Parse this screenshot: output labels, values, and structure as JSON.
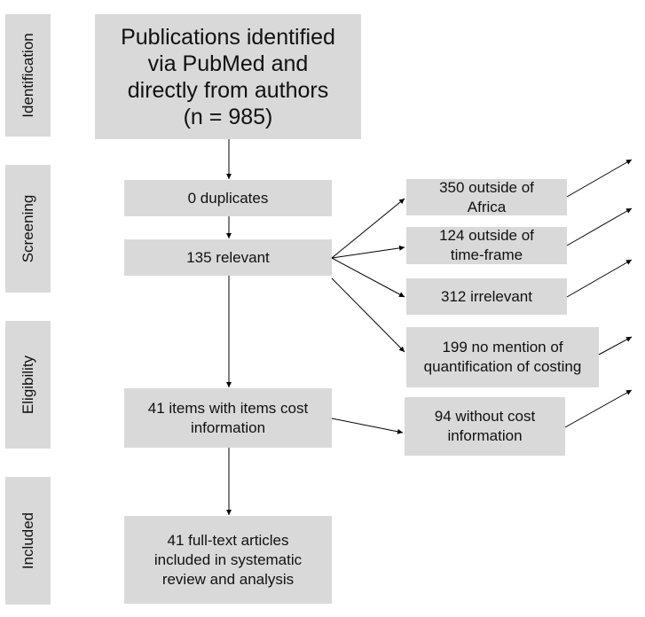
{
  "phases": {
    "identification": "Identification",
    "screening": "Screening",
    "eligibility": "Eligibility",
    "included": "Included"
  },
  "boxes": {
    "identified": [
      "Publications identified",
      "via PubMed and",
      "directly from authors",
      "(n = 985)"
    ],
    "duplicates": [
      "0 duplicates"
    ],
    "relevant": [
      "135 relevant"
    ],
    "cost_info": [
      "41 items with items cost",
      "information"
    ],
    "included": [
      "41 full-text articles",
      "included in systematic",
      "review and analysis"
    ],
    "outside_africa": [
      "350 outside of",
      "Africa"
    ],
    "outside_timeframe": [
      "124 outside of",
      "time-frame"
    ],
    "irrelevant": [
      "312 irrelevant"
    ],
    "no_quantification": [
      "199 no mention of",
      "quantification of costing"
    ],
    "without_cost": [
      "94 without cost",
      "information"
    ]
  },
  "colors": {
    "box_fill": "#d9d9d9",
    "arrow": "#000000",
    "text": "#111111"
  }
}
